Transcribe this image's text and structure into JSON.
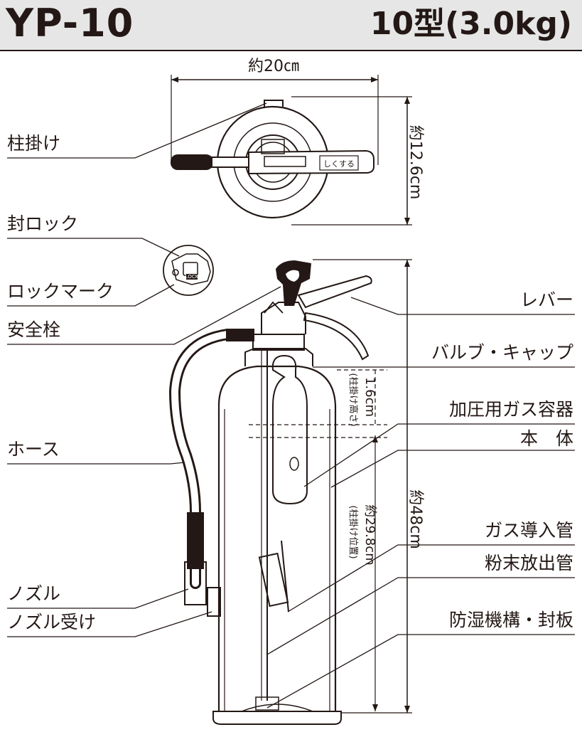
{
  "header": {
    "model": "YP-10",
    "spec": "10型(3.0kg)"
  },
  "dimensions": {
    "top_width": "約20㎝",
    "top_depth": "約12.6cm",
    "height": "約48cm",
    "hook_height_note": "(柱掛け高さ)",
    "hook_height_value": "1.6cm",
    "hook_position_note": "(柱掛け位置)",
    "hook_position_value": "約29.8cm"
  },
  "handle_text": "しくする",
  "lock_text": "LOCK",
  "labels_left": {
    "pillar_hook": "柱掛け",
    "seal_lock": "封ロック",
    "lock_mark": "ロックマーク",
    "safety_pin": "安全栓",
    "hose": "ホース",
    "nozzle": "ノズル",
    "nozzle_holder": "ノズル受け"
  },
  "labels_right": {
    "lever": "レバー",
    "valve_cap": "バルブ・キャップ",
    "gas_container": "加圧用ガス容器",
    "body": "本　体",
    "gas_tube": "ガス導入管",
    "powder_tube": "粉末放出管",
    "moisture_seal": "防湿機構・封板"
  }
}
